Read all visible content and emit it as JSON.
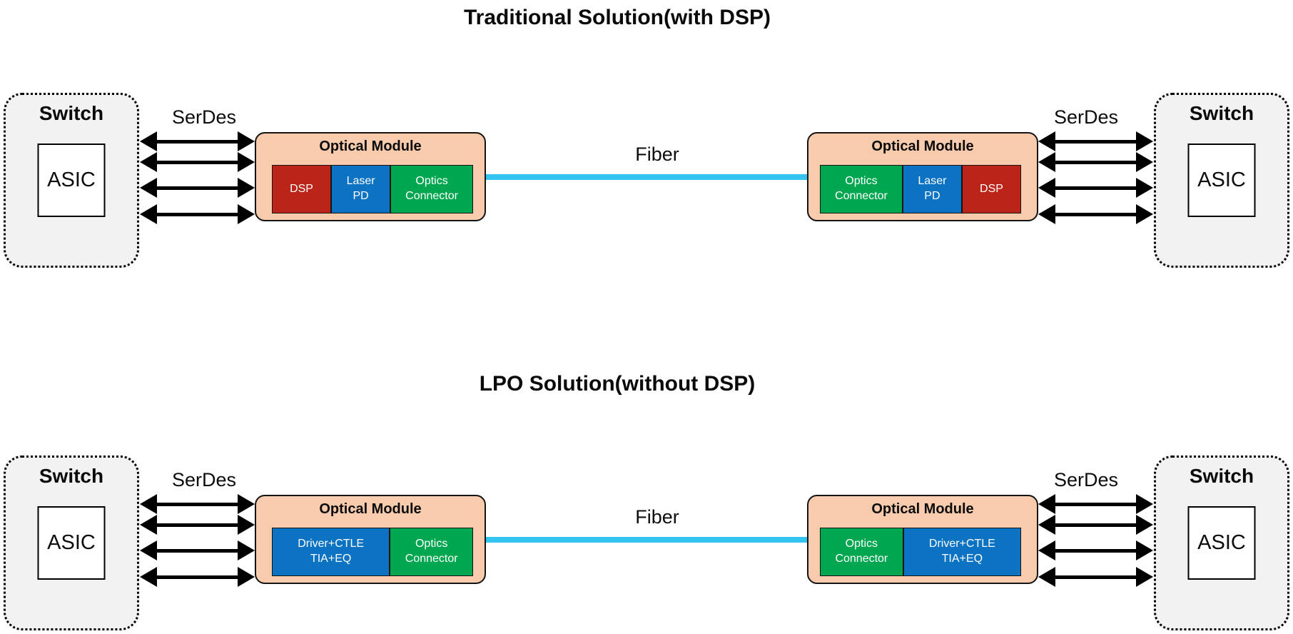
{
  "colors": {
    "red": "#BB2418",
    "blue": "#0C72C2",
    "green": "#00A650",
    "module_fill": "#F8CBAD",
    "switch_fill": "#F2F2F2",
    "fiber": "#33C5F0"
  },
  "sections": [
    {
      "id": "traditional",
      "title": "Traditional Solution(with DSP)",
      "left_switch": {
        "label": "Switch",
        "chip": "ASIC"
      },
      "right_switch": {
        "label": "Switch",
        "chip": "ASIC"
      },
      "left_serdes": "SerDes",
      "right_serdes": "SerDes",
      "fiber_label": "Fiber",
      "left_module": {
        "title": "Optical Module",
        "blocks": [
          {
            "label": "DSP",
            "color": "red"
          },
          {
            "label": "Laser\nPD",
            "color": "blue"
          },
          {
            "label": "Optics\nConnector",
            "color": "green"
          }
        ]
      },
      "right_module": {
        "title": "Optical Module",
        "blocks": [
          {
            "label": "Optics\nConnector",
            "color": "green"
          },
          {
            "label": "Laser\nPD",
            "color": "blue"
          },
          {
            "label": "DSP",
            "color": "red"
          }
        ]
      }
    },
    {
      "id": "lpo",
      "title": "LPO Solution(without DSP)",
      "left_switch": {
        "label": "Switch",
        "chip": "ASIC"
      },
      "right_switch": {
        "label": "Switch",
        "chip": "ASIC"
      },
      "left_serdes": "SerDes",
      "right_serdes": "SerDes",
      "fiber_label": "Fiber",
      "left_module": {
        "title": "Optical Module",
        "blocks": [
          {
            "label": "Driver+CTLE\nTIA+EQ",
            "color": "blue"
          },
          {
            "label": "Optics\nConnector",
            "color": "green"
          }
        ]
      },
      "right_module": {
        "title": "Optical Module",
        "blocks": [
          {
            "label": "Optics\nConnector",
            "color": "green"
          },
          {
            "label": "Driver+CTLE\nTIA+EQ",
            "color": "blue"
          }
        ]
      }
    }
  ]
}
